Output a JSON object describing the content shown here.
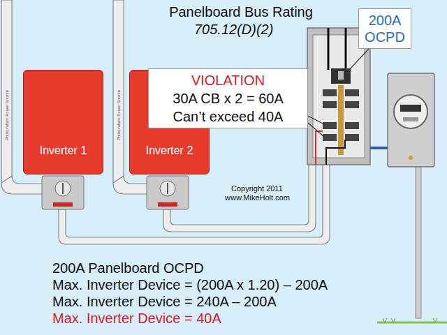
{
  "diagram": {
    "title": "Panelboard Bus Rating",
    "nodes": [
      {
        "text": [
          "Inverter 1"
        ]
      },
      {
        "text": [
          "Inverter 2"
        ]
      },
      {
        "text": [
          "200A OCPD"
        ]
      },
      {
        "text": [
          "VIOLATION",
          "30A CB x 2 = 60A",
          "Can’t exceed 40A"
        ]
      }
    ],
    "labels": [
      "705.12(D)(2)",
      "Photovoltaic Power Source",
      "Photovoltaic Power Source",
      "Copyright 2011",
      "www.MikeHolt.com",
      "200A Panelboard OCPD",
      "Max. Inverter Device = (200A x 1.20) – 200A",
      "Max. Inverter Device = 240A – 200A",
      "Max. Inverter Device = 40A"
    ]
  }
}
